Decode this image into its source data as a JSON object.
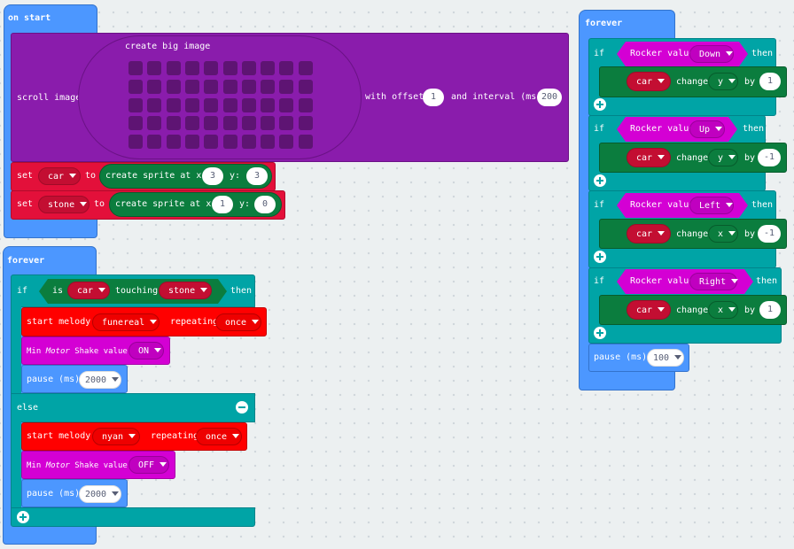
{
  "onstart": {
    "label": "on start",
    "scroll": {
      "label": "scroll image",
      "create_label": "create big image",
      "with_offset": "with offset",
      "offset": "1",
      "and_interval": "and interval (ms)",
      "interval": "200"
    },
    "set_car": {
      "set": "set",
      "var": "car",
      "to": "to",
      "create": "create sprite at x:",
      "x": "3",
      "y_label": "y:",
      "y": "3"
    },
    "set_stone": {
      "set": "set",
      "var": "stone",
      "to": "to",
      "create": "create sprite at x:",
      "x": "1",
      "y_label": "y:",
      "y": "0"
    }
  },
  "forever1": {
    "label": "forever",
    "if": "if",
    "is": "is",
    "var_a": "car",
    "touching": "touching",
    "var_b": "stone",
    "then": "then",
    "melody1": {
      "label": "start melody",
      "melody": "funereal",
      "repeating": "repeating",
      "mode": "once"
    },
    "motor1": {
      "label_a": "Min ",
      "label_em": "Motor",
      "label_b": " Shake value",
      "value": "ON"
    },
    "pause1": {
      "label": "pause (ms)",
      "value": "2000"
    },
    "else": "else",
    "melody2": {
      "label": "start melody",
      "melody": "nyan",
      "repeating": "repeating",
      "mode": "once"
    },
    "motor2": {
      "label_a": "Min ",
      "label_em": "Motor",
      "label_b": " Shake value",
      "value": "OFF"
    },
    "pause2": {
      "label": "pause (ms)",
      "value": "2000"
    }
  },
  "forever2": {
    "label": "forever",
    "branches": [
      {
        "if": "if",
        "rocker": "Rocker value",
        "dir": "Down",
        "then": "then",
        "var": "car",
        "change": "change",
        "axis": "y",
        "by": "by",
        "amount": "1"
      },
      {
        "if": "if",
        "rocker": "Rocker value",
        "dir": "Up",
        "then": "then",
        "var": "car",
        "change": "change",
        "axis": "y",
        "by": "by",
        "amount": "-1"
      },
      {
        "if": "if",
        "rocker": "Rocker value",
        "dir": "Left",
        "then": "then",
        "var": "car",
        "change": "change",
        "axis": "x",
        "by": "by",
        "amount": "-1"
      },
      {
        "if": "if",
        "rocker": "Rocker value",
        "dir": "Right",
        "then": "then",
        "var": "car",
        "change": "change",
        "axis": "x",
        "by": "by",
        "amount": "1"
      }
    ],
    "pause": {
      "label": "pause (ms)",
      "value": "100"
    }
  },
  "colors": {
    "event": "#4c97ff",
    "image": "#8a1cac",
    "variables": "#e3103a",
    "sprite": "#0b7d3e",
    "logic": "#00a4a6",
    "extension": "#d400d4"
  }
}
